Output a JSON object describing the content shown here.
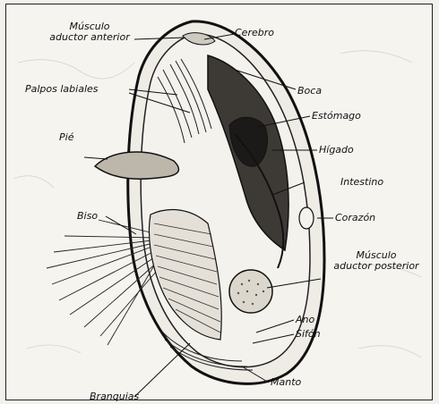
{
  "diagram": {
    "labels": {
      "musculo_aductor_anterior_line1": "Músculo",
      "musculo_aductor_anterior_line2": "aductor anterior",
      "cerebro": "Cerebro",
      "palpos_labiales": "Palpos labiales",
      "boca": "Boca",
      "estomago": "Estómago",
      "pie": "Pié",
      "higado": "Hígado",
      "intestino": "Intestino",
      "biso": "Biso",
      "corazon": "Corazón",
      "musculo_aductor_posterior_line1": "Músculo",
      "musculo_aductor_posterior_line2": "aductor posterior",
      "ano": "Ano",
      "sifon": "Sifón",
      "manto": "Manto",
      "branquias": "Branquias"
    }
  }
}
